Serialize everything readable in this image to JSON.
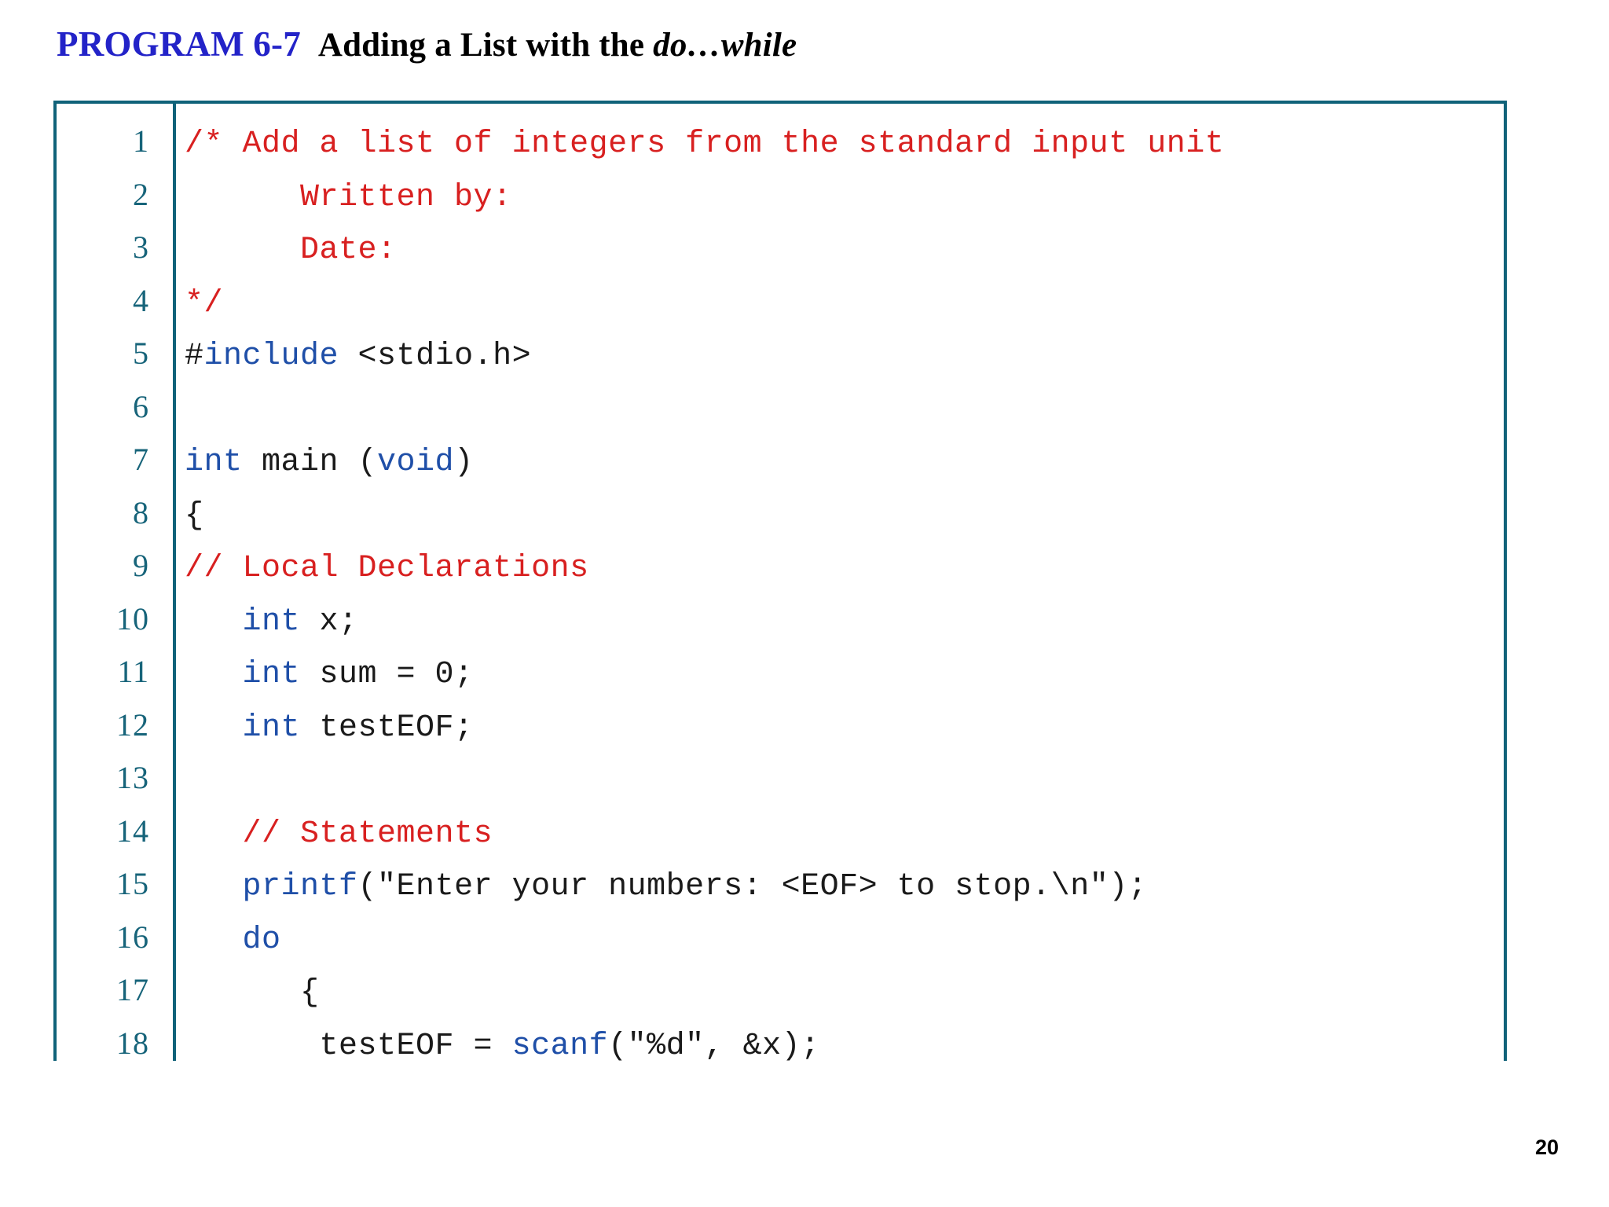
{
  "slide": {
    "page_number": "20",
    "title": {
      "program_label": "PROGRAM 6-7",
      "main_text": "Adding a List with the ",
      "keyword_text": "do…while"
    }
  },
  "colors": {
    "accent_blue": "#2323c8",
    "border_teal": "#106279",
    "line_number_teal": "#17647a",
    "comment_red": "#d82020",
    "keyword_blue": "#1f4fa8",
    "code_black": "#1a1a1a",
    "background": "#ffffff"
  },
  "code_listing": {
    "language": "c",
    "first_line": 1,
    "last_line": 18,
    "lines": [
      {
        "number": "1",
        "plain": "/* Add a list of integers from the standard input unit",
        "tokens": [
          {
            "t": "/* Add a list of integers from the standard input unit",
            "c": "comment"
          }
        ]
      },
      {
        "number": "2",
        "plain": "      Written by:",
        "tokens": [
          {
            "t": "      Written by:",
            "c": "comment"
          }
        ]
      },
      {
        "number": "3",
        "plain": "      Date:",
        "tokens": [
          {
            "t": "      Date:",
            "c": "comment"
          }
        ]
      },
      {
        "number": "4",
        "plain": "*/",
        "tokens": [
          {
            "t": "*/",
            "c": "comment"
          }
        ]
      },
      {
        "number": "5",
        "plain": "#include <stdio.h>",
        "tokens": [
          {
            "t": "#",
            "c": "plain"
          },
          {
            "t": "include",
            "c": "kw"
          },
          {
            "t": " <stdio.h>",
            "c": "plain"
          }
        ]
      },
      {
        "number": "6",
        "plain": "",
        "tokens": []
      },
      {
        "number": "7",
        "plain": "int main (void)",
        "tokens": [
          {
            "t": "int",
            "c": "kw"
          },
          {
            "t": " main (",
            "c": "plain"
          },
          {
            "t": "void",
            "c": "kw"
          },
          {
            "t": ")",
            "c": "plain"
          }
        ]
      },
      {
        "number": "8",
        "plain": "{",
        "tokens": [
          {
            "t": "{",
            "c": "plain"
          }
        ]
      },
      {
        "number": "9",
        "plain": "// Local Declarations",
        "tokens": [
          {
            "t": "// Local Declarations",
            "c": "comment"
          }
        ]
      },
      {
        "number": "10",
        "plain": "   int x;",
        "tokens": [
          {
            "t": "   ",
            "c": "plain"
          },
          {
            "t": "int",
            "c": "kw"
          },
          {
            "t": " x;",
            "c": "plain"
          }
        ]
      },
      {
        "number": "11",
        "plain": "   int sum = 0;",
        "tokens": [
          {
            "t": "   ",
            "c": "plain"
          },
          {
            "t": "int",
            "c": "kw"
          },
          {
            "t": " sum = 0;",
            "c": "plain"
          }
        ]
      },
      {
        "number": "12",
        "plain": "   int testEOF;",
        "tokens": [
          {
            "t": "   ",
            "c": "plain"
          },
          {
            "t": "int",
            "c": "kw"
          },
          {
            "t": " testEOF;",
            "c": "plain"
          }
        ]
      },
      {
        "number": "13",
        "plain": "",
        "tokens": []
      },
      {
        "number": "14",
        "plain": "   // Statements",
        "tokens": [
          {
            "t": "   ",
            "c": "plain"
          },
          {
            "t": "// Statements",
            "c": "comment"
          }
        ]
      },
      {
        "number": "15",
        "plain": "   printf(\"Enter your numbers: <EOF> to stop.\\n\");",
        "tokens": [
          {
            "t": "   ",
            "c": "plain"
          },
          {
            "t": "printf",
            "c": "kw"
          },
          {
            "t": "(\"Enter your numbers: <EOF> to stop.\\n\");",
            "c": "plain"
          }
        ]
      },
      {
        "number": "16",
        "plain": "   do",
        "tokens": [
          {
            "t": "   ",
            "c": "plain"
          },
          {
            "t": "do",
            "c": "kw"
          }
        ]
      },
      {
        "number": "17",
        "plain": "      {",
        "tokens": [
          {
            "t": "      {",
            "c": "plain"
          }
        ]
      },
      {
        "number": "18",
        "plain": "       testEOF = scanf(\"%d\", &x);",
        "tokens": [
          {
            "t": "       testEOF = ",
            "c": "plain"
          },
          {
            "t": "scanf",
            "c": "kw"
          },
          {
            "t": "(\"%d\", &x);",
            "c": "plain"
          }
        ]
      }
    ]
  }
}
